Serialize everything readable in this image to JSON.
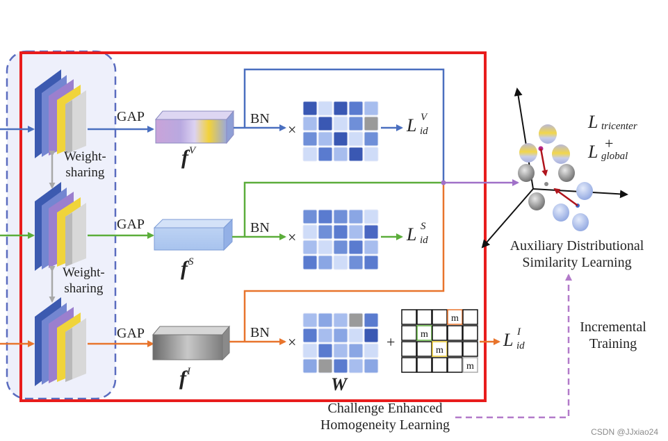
{
  "colors": {
    "visible": "#4a6fbf",
    "sketch": "#5bad3a",
    "infrared": "#e8742c",
    "aux": "#a070c8",
    "frame": "#e81c1c",
    "dash": "#5a6cbf",
    "incremental": "#b27ac9"
  },
  "labels": {
    "gap_1": "GAP",
    "gap_2": "GAP",
    "gap_3": "GAP",
    "bn_1": "BN",
    "bn_2": "BN",
    "bn_3": "BN",
    "times_1": "×",
    "times_2": "×",
    "times_3": "×",
    "plus": "+",
    "weight_sharing_1_line1": "Weight-",
    "weight_sharing_1_line2": "sharing",
    "weight_sharing_2_line1": "Weight-",
    "weight_sharing_2_line2": "sharing",
    "matrix_w": "W",
    "mask_m": "m"
  },
  "features": {
    "fv_base": "f",
    "fv_sup": "V",
    "fs_base": "f",
    "fs_sup": "S",
    "fi_base": "f",
    "fi_sup": "I"
  },
  "losses": {
    "v_base": "L",
    "v_sup": "V",
    "v_sub": "id",
    "s_base": "L",
    "s_sup": "S",
    "s_sub": "id",
    "i_base": "L",
    "i_sup": "I",
    "i_sub": "id",
    "tricenter_base": "L",
    "tricenter_sub": "tricenter",
    "global_base": "L",
    "global_sup": "+",
    "global_sub": "global"
  },
  "sections": {
    "aux_line1": "Auxiliary Distributional",
    "aux_line2": "Similarity Learning",
    "incr_line1": "Incremental",
    "incr_line2": "Training",
    "chl_line1": "Challenge Enhanced",
    "chl_line2": "Homogeneity Learning"
  },
  "watermark": "CSDN @JJxiao24"
}
